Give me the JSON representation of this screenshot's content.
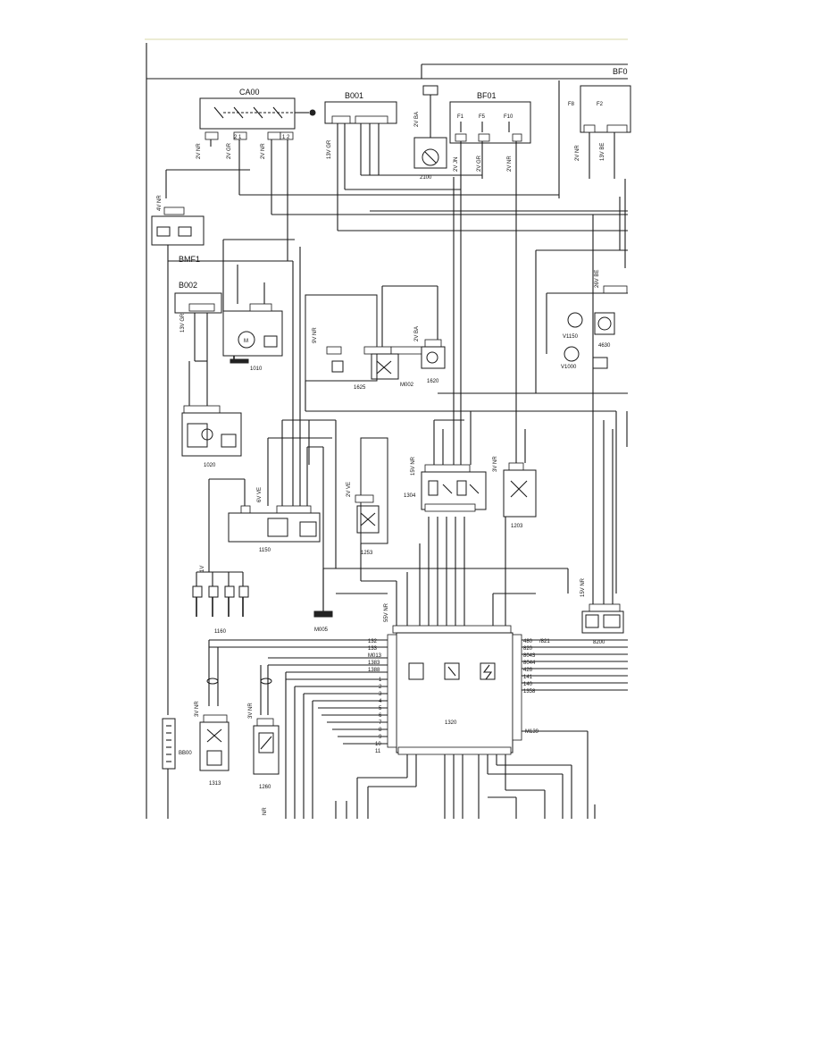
{
  "header": {
    "top_right_label": "BF0"
  },
  "components": {
    "ca00": "CA00",
    "b001": "B001",
    "bf01": "BF01",
    "bmf1": "BMF1",
    "b002": "B002",
    "c2100": "2100",
    "c1010": "1010",
    "c1020": "1020",
    "c1150": "1150",
    "c1160": "1160",
    "c1625": "1625",
    "m002": "M002",
    "c1620": "1620",
    "c1304": "1304",
    "c1253": "1253",
    "c1203": "1203",
    "m005": "M005",
    "c8200": "8200",
    "c1320": "1320",
    "c1313": "1313",
    "c1260": "1260",
    "bb00": "BB00",
    "v1150": "V1150",
    "v1000": "V1000",
    "c4630": "4630"
  },
  "fuses": {
    "f1": "F1",
    "f5": "F5",
    "f10": "F10",
    "f8": "F8",
    "f2": "F2"
  },
  "wire_labels": {
    "ca00_left": "2V NR",
    "ca00_mid": "2V GR",
    "ca00_right": "2V NR",
    "b001_a": "13V GR",
    "bf01_a": "2V JN",
    "bf01_b": "2V GR",
    "bf01_c": "2V NR",
    "bmf1_in": "4V NR",
    "b002_a": "13V GR",
    "c1625_a": "9V NR",
    "c1620_a": "2V BA",
    "c1304_a": "15V NR",
    "c1253_a": "2V VE",
    "c1203_a": "3V NR",
    "c1150_a": "6V VE",
    "c1160_a": "1V",
    "c1320_top": "55V NR",
    "c8200_a": "15V NR",
    "c1313_a": "3V NR",
    "c1260_a": "3V NR",
    "bf0_a": "2V NR",
    "bf0_b": "13V BE",
    "v1150_a": "26V BE",
    "c2100_a": "2V BA",
    "bottom_nr": "NR"
  },
  "ecu_pins_left": [
    "132",
    "133",
    "M013",
    "1383",
    "1388",
    "1",
    "2",
    "3",
    "4",
    "5",
    "6",
    "7",
    "8",
    "9",
    "10",
    "11"
  ],
  "ecu_pins_right": [
    "480",
    "820",
    "8043",
    "8044",
    "426",
    "141",
    "140",
    "1358",
    "M139"
  ],
  "ecu_right_suffix": "/821"
}
